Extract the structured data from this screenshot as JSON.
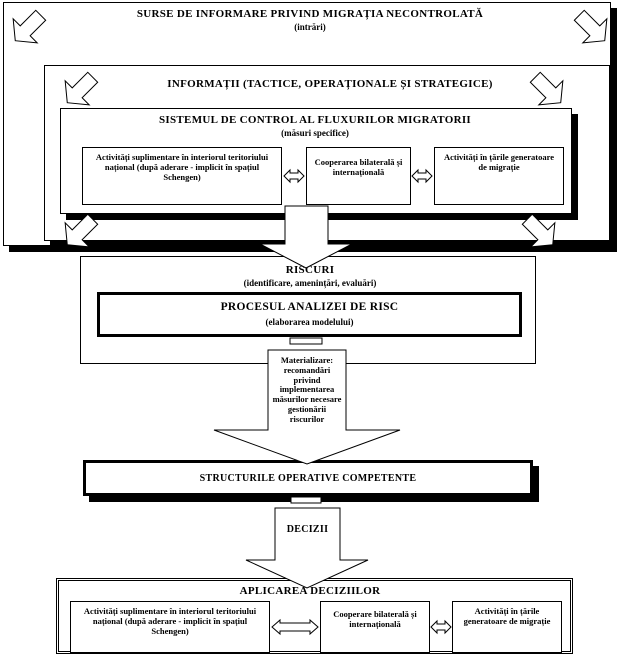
{
  "sources": {
    "title": "SURSE DE INFORMARE PRIVIND MIGRAȚIA NECONTROLATĂ",
    "sub": "(intrări)"
  },
  "info": {
    "title": "INFORMAȚII (TACTICE, OPERAȚIONALE ȘI STRATEGICE)"
  },
  "control": {
    "title": "SISTEMUL DE CONTROL AL FLUXURILOR MIGRATORII",
    "sub": "(măsuri specifice)"
  },
  "top_boxes": [
    {
      "text": "Activități suplimentare în interiorul teritoriului național (după aderare - implicit în spațiul Schengen)"
    },
    {
      "text": "Cooperarea bilaterală și internațională"
    },
    {
      "text": "Activități în țările generatoare de migrație"
    }
  ],
  "risks": {
    "title": "RISCURI",
    "sub": "(identificare, amenințări, evaluări)"
  },
  "analysis": {
    "title": "PROCESUL ANALIZEI DE RISC",
    "sub": "(elaborarea modelului)"
  },
  "materialize": {
    "text": "Materializare: recomandări privind implementarea măsurilor necesare gestionării riscurilor"
  },
  "structures": {
    "title": "STRUCTURILE OPERATIVE COMPETENTE"
  },
  "decisions": {
    "title": "DECIZII"
  },
  "apply": {
    "title": "APLICAREA DECIZIILOR"
  },
  "bottom_boxes": [
    {
      "text": "Activități suplimentare în interiorul teritoriului național (după aderare - implicit în spațiul Schengen)"
    },
    {
      "text": "Cooperare bilaterală și internațională"
    },
    {
      "text": "Activități în țările generatoare de migrație"
    }
  ]
}
